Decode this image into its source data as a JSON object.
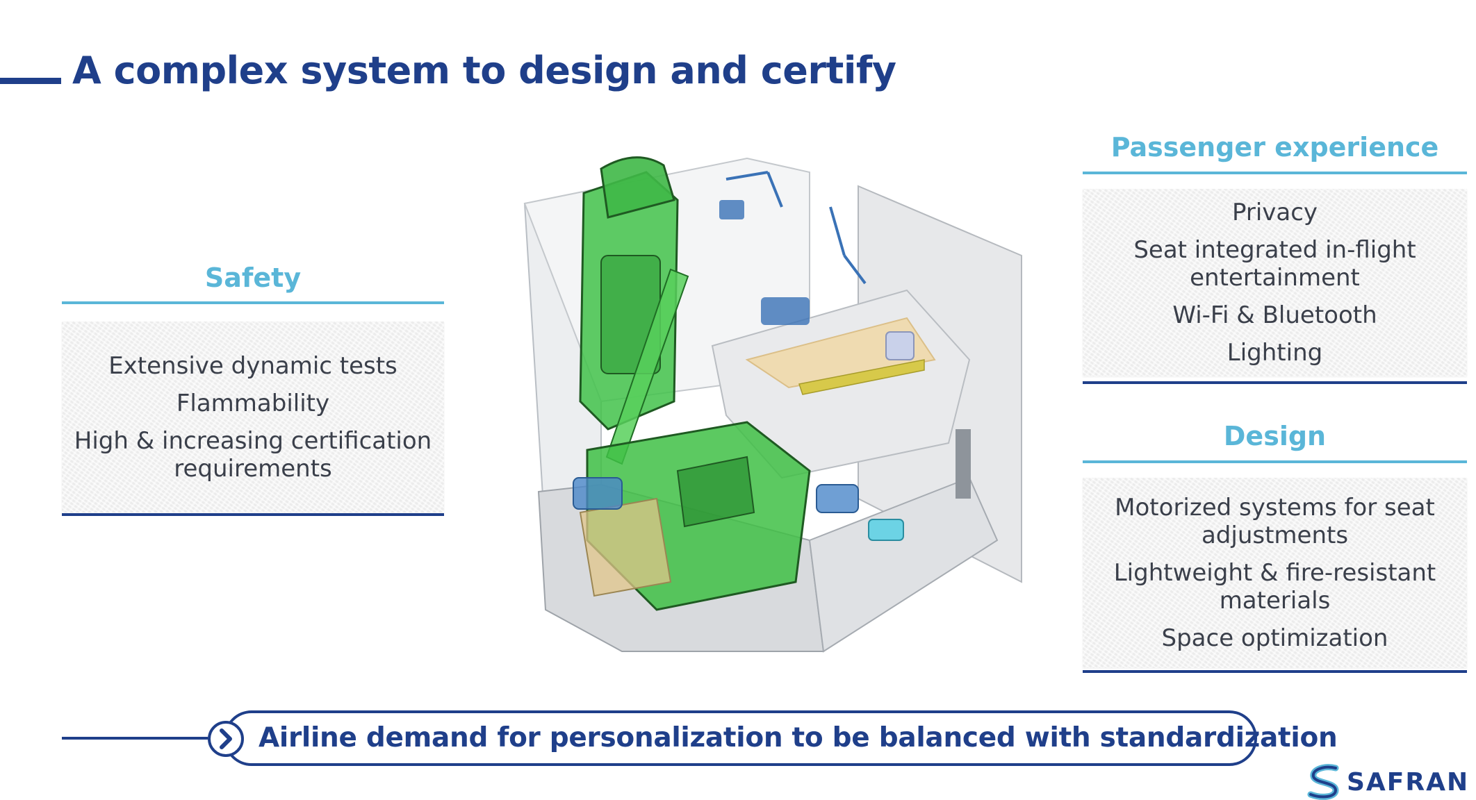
{
  "slide": {
    "title": "A complex system to design and certify"
  },
  "panels": {
    "safety": {
      "heading": "Safety",
      "items": [
        "Extensive dynamic tests",
        "Flammability",
        "High & increasing certification requirements"
      ]
    },
    "passenger": {
      "heading": "Passenger experience",
      "items": [
        "Privacy",
        "Seat integrated in-flight entertainment",
        "Wi-Fi & Bluetooth",
        "Lighting"
      ]
    },
    "design": {
      "heading": "Design",
      "items": [
        "Motorized systems for seat adjustments",
        "Lightweight & fire-resistant materials",
        "Space optimization"
      ]
    }
  },
  "banner": {
    "text": "Airline demand for personalization to be balanced with standardization",
    "icon": "chevron-right-icon"
  },
  "logo": {
    "text": "SAFRAN"
  },
  "colors": {
    "primary": "#1f3f8a",
    "accent": "#5ab6d8",
    "seat_highlight": "#3cbf3c"
  }
}
